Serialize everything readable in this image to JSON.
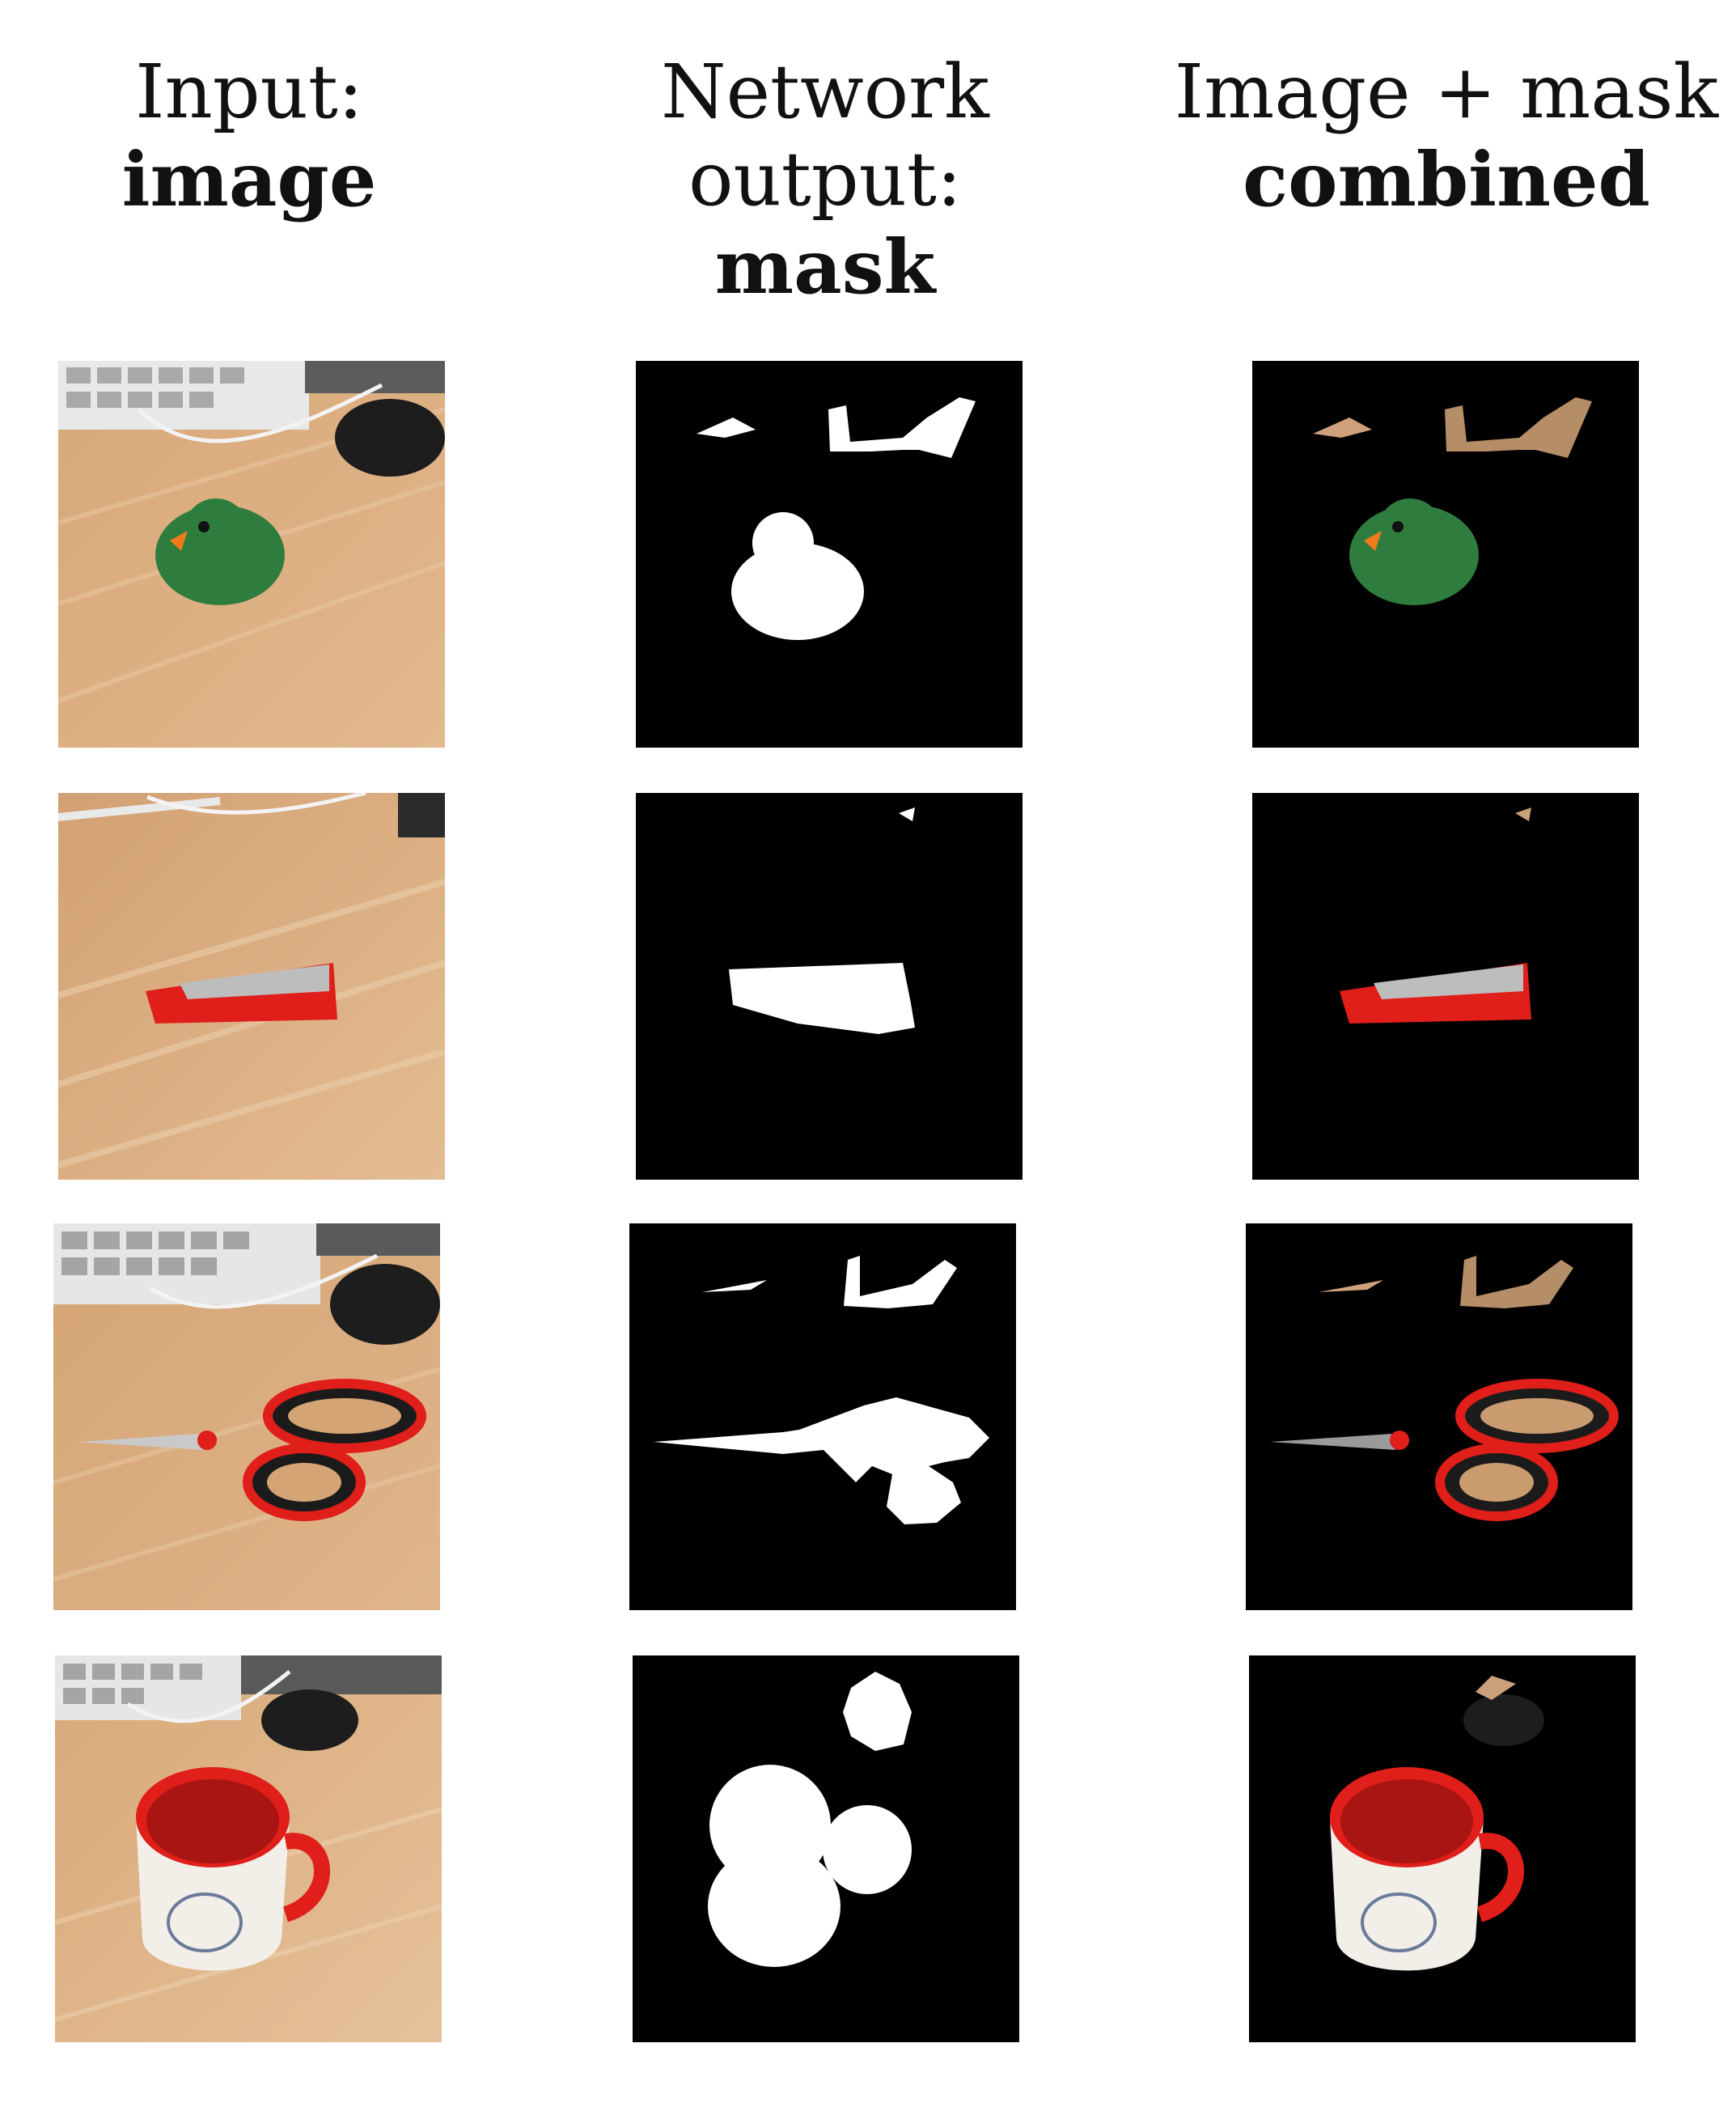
{
  "headers": [
    {
      "line1": "Input:",
      "line2": "image"
    },
    {
      "line1": "Network output:",
      "line2": "mask"
    },
    {
      "line1": "Image + mask",
      "line2": "combined"
    }
  ],
  "rows": [
    {
      "object": "rubber duck"
    },
    {
      "object": "stapler"
    },
    {
      "object": "scissors"
    },
    {
      "object": "mug"
    }
  ],
  "colors": {
    "desk": "#d9a878",
    "mask_background": "#000000",
    "mask_foreground": "#ffffff",
    "duck": "#2e7d3e",
    "red": "#e01e1a"
  }
}
